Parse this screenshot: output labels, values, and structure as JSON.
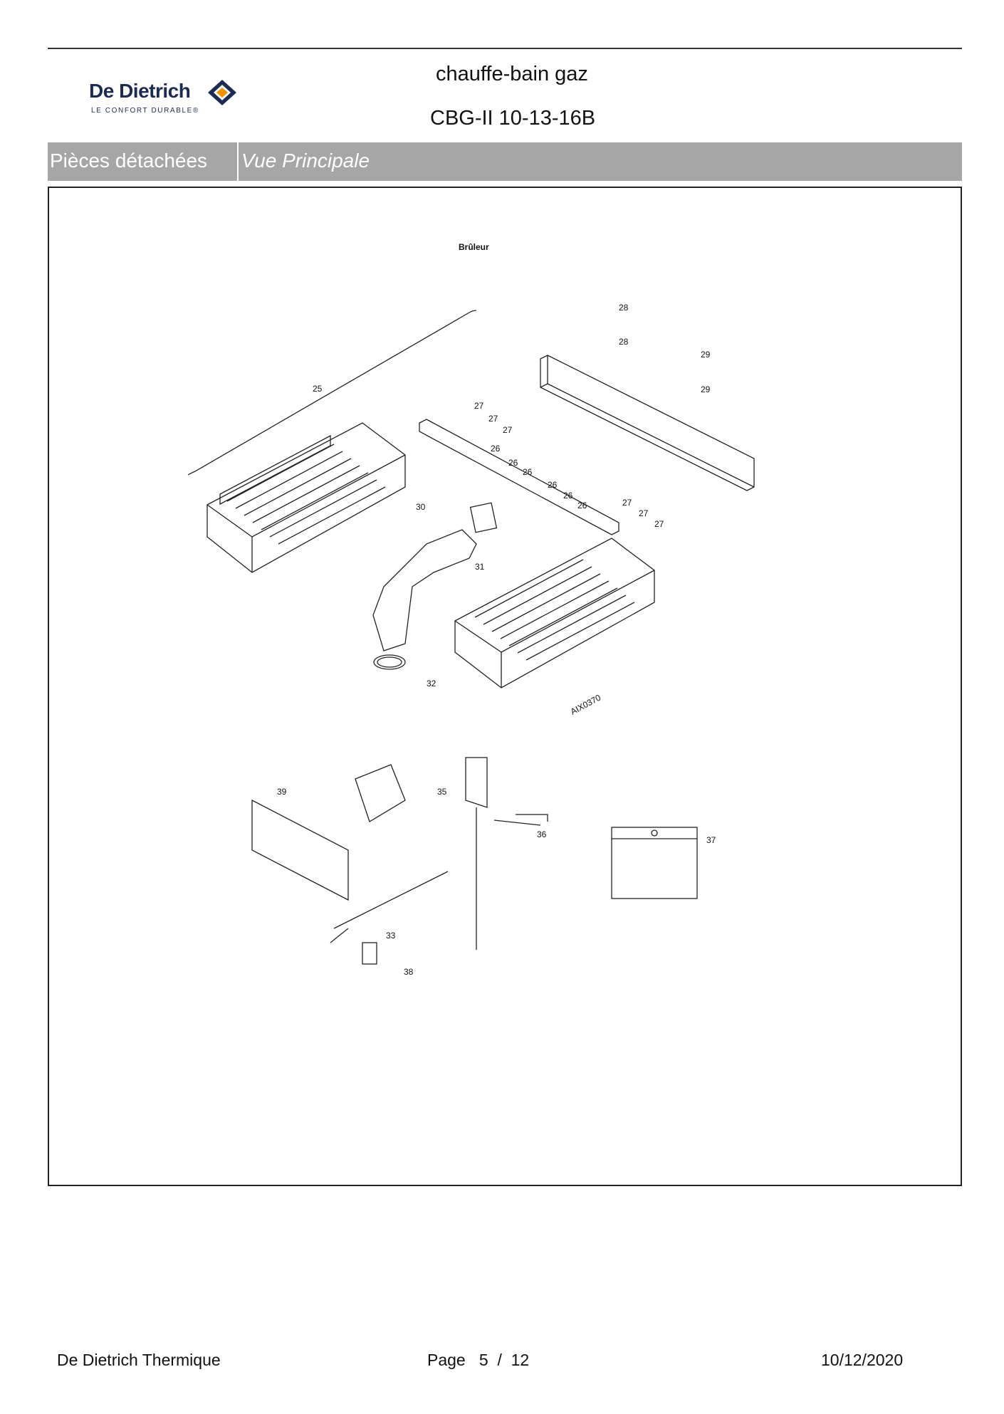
{
  "header": {
    "brand": "De Dietrich",
    "tagline": "LE CONFORT DURABLE®",
    "title_line1": "chauffe-bain gaz",
    "title_line2": "CBG-II 10-13-16B"
  },
  "tabs": [
    {
      "label": "Pièces détachées"
    },
    {
      "label": "Vue Principale"
    }
  ],
  "diagram": {
    "title": "Brûleur",
    "code": "AIX0370",
    "callouts": [
      "25",
      "26",
      "27",
      "28",
      "29",
      "30",
      "31",
      "32",
      "33",
      "35",
      "36",
      "37",
      "38",
      "39"
    ]
  },
  "footer": {
    "company": "De Dietrich Thermique",
    "page_label": "Page",
    "page_current": "5",
    "page_sep": "/",
    "page_total": "12",
    "date": "10/12/2020"
  },
  "colors": {
    "tab_bg": "#a6a6a6",
    "brand_navy": "#1d2b52",
    "brand_orange": "#f39200"
  }
}
